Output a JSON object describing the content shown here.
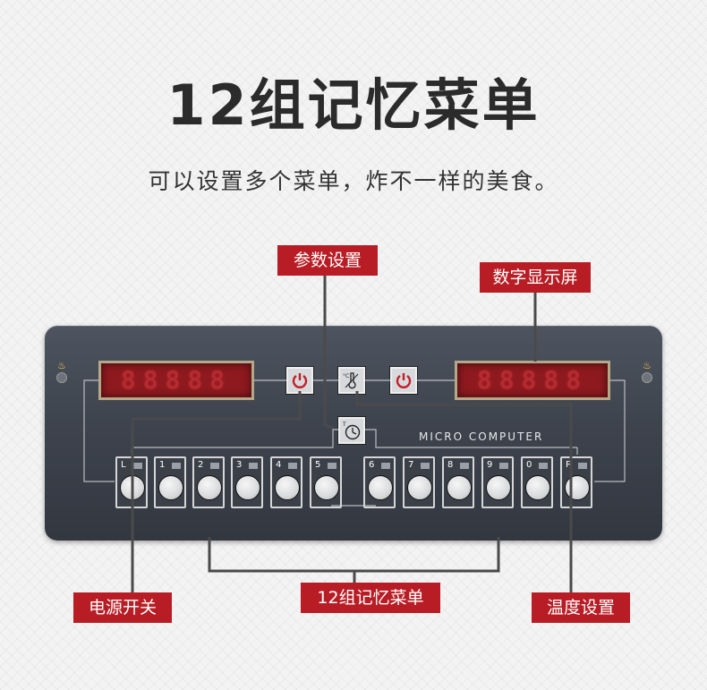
{
  "header": {
    "title": "12组记忆菜单",
    "subtitle": "可以设置多个菜单，炸不一样的美食。"
  },
  "callouts": {
    "params": "参数设置",
    "display": "数字显示屏",
    "power": "电源开关",
    "memory": "12组记忆菜单",
    "temperature": "温度设置"
  },
  "panel": {
    "brand_text": "MICRO  COMPUTER",
    "left_display_text": "88888",
    "right_display_text": "88888",
    "keys": [
      "L",
      "1",
      "2",
      "3",
      "4",
      "5",
      "6",
      "7",
      "8",
      "9",
      "0",
      "R"
    ]
  },
  "colors": {
    "callout_bg": "#b81d25",
    "panel_bg": "#3e444e",
    "display_bg": "#8e1a1f"
  }
}
